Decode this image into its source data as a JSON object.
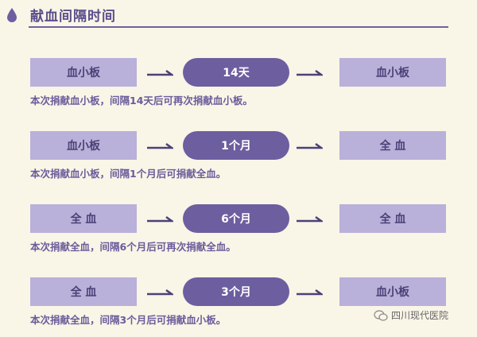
{
  "header": {
    "title": "献血间隔时间"
  },
  "rows": [
    {
      "from": "血小板",
      "interval": "14天",
      "to": "血小板",
      "description": "本次捐献血小板，间隔14天后可再次捐献血小板。"
    },
    {
      "from": "血小板",
      "interval": "1个月",
      "to": "全 血",
      "description": "本次捐献血小板，间隔1个月后可捐献全血。"
    },
    {
      "from": "全 血",
      "interval": "6个月",
      "to": "全 血",
      "description": "本次捐献全血，间隔6个月后可再次捐献全血。"
    },
    {
      "from": "全 血",
      "interval": "3个月",
      "to": "血小板",
      "description": "本次捐献全血，间隔3个月后可捐献血小板。"
    }
  ],
  "watermark": {
    "text": "四川现代医院",
    "icon": "wechat-icon"
  },
  "colors": {
    "accent": "#6d5ea0",
    "box": "#b9b1d9",
    "background": "#f9f5e7"
  }
}
